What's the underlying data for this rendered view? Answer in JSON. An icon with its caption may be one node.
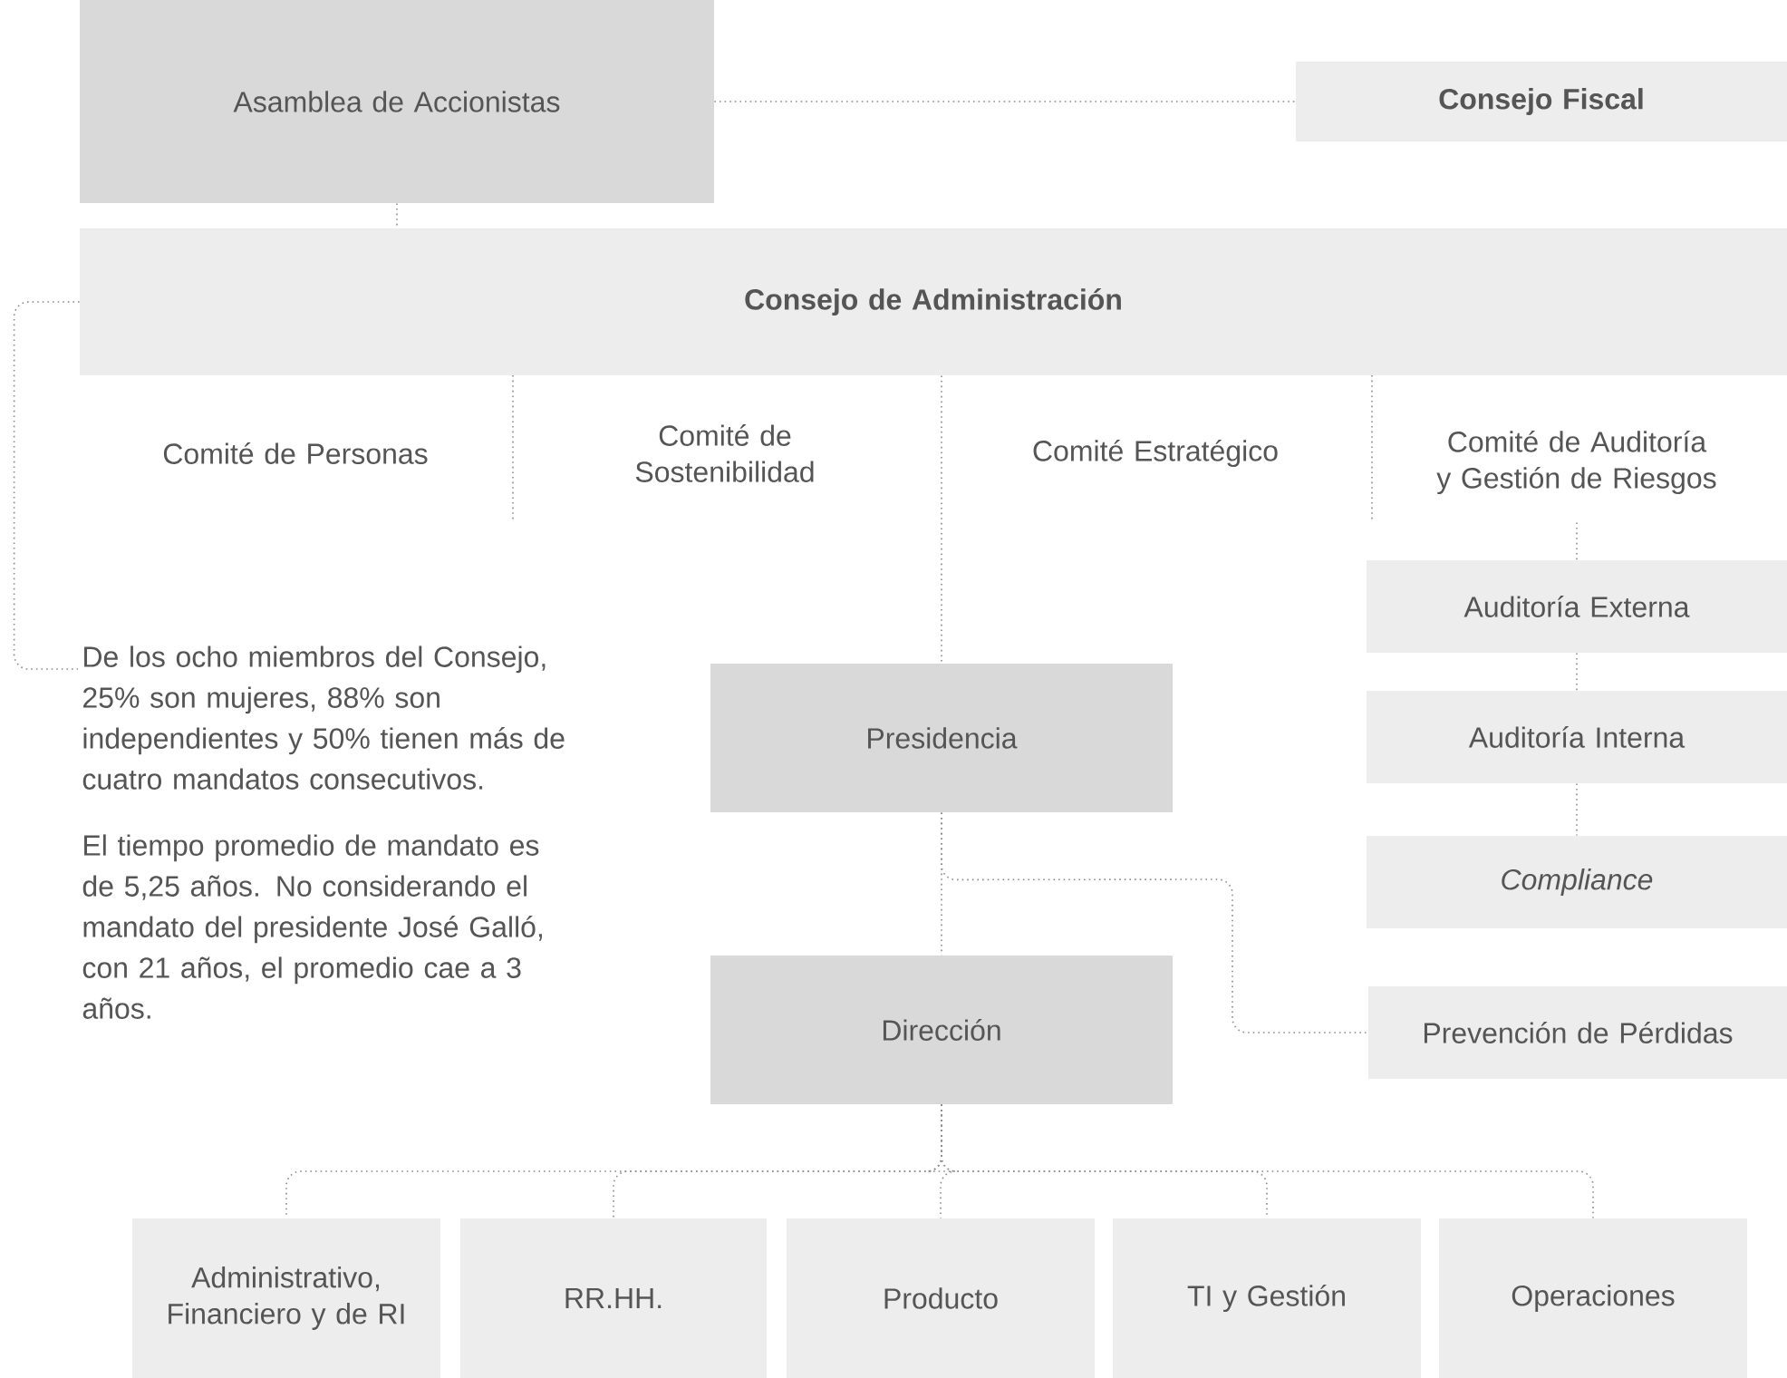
{
  "diagram": {
    "nodes": [
      {
        "text": [
          "Asamblea de Accionistas"
        ]
      },
      {
        "text": [
          "Consejo Fiscal"
        ]
      },
      {
        "text": [
          "Consejo de Administración"
        ]
      },
      {
        "text": [
          "Comité de Personas"
        ]
      },
      {
        "text": [
          "Comité de Sostenibilidad"
        ]
      },
      {
        "text": [
          "Comité Estratégico"
        ]
      },
      {
        "text": [
          "Comité de Auditoría y Gestión de Riesgos"
        ]
      },
      {
        "text": [
          "Auditoría Externa"
        ]
      },
      {
        "text": [
          "Auditoría Interna"
        ]
      },
      {
        "text": [
          "Compliance"
        ]
      },
      {
        "text": [
          "De los ocho miembros del Consejo, 25% son mujeres, 88% son independientes y 50% tienen más de cuatro mandatos consecutivos.",
          "El tiempo promedio de mandato es de 5,25 años. No considerando el mandato del presidente José Galló, con 21 años, el promedio cae a 3 años."
        ]
      },
      {
        "text": [
          "Presidencia"
        ]
      },
      {
        "text": [
          "Dirección"
        ]
      },
      {
        "text": [
          "Prevención de Pérdidas"
        ]
      },
      {
        "text": [
          "Administrativo, Financiero y de RI"
        ]
      },
      {
        "text": [
          "RR.HH."
        ]
      },
      {
        "text": [
          "Producto"
        ]
      },
      {
        "text": [
          "TI y Gestión"
        ]
      },
      {
        "text": [
          "Operaciones"
        ]
      }
    ],
    "edges": [
      {
        "from": 0,
        "to": 1,
        "arrow": "none"
      },
      {
        "from": 0,
        "to": 2,
        "arrow": "none"
      },
      {
        "from": 2,
        "to": 10,
        "arrow": "none"
      },
      {
        "from": 2,
        "to": 11,
        "arrow": "none"
      },
      {
        "from": 6,
        "to": 7,
        "arrow": "none"
      },
      {
        "from": 7,
        "to": 8,
        "arrow": "none"
      },
      {
        "from": 8,
        "to": 9,
        "arrow": "none"
      },
      {
        "from": 11,
        "to": 12,
        "arrow": "none"
      },
      {
        "from": 11,
        "to": 13,
        "arrow": "none"
      },
      {
        "from": 12,
        "to": 14,
        "arrow": "none"
      },
      {
        "from": 12,
        "to": 15,
        "arrow": "none"
      },
      {
        "from": 12,
        "to": 16,
        "arrow": "none"
      },
      {
        "from": 12,
        "to": 17,
        "arrow": "none"
      },
      {
        "from": 12,
        "to": 18,
        "arrow": "none"
      }
    ]
  }
}
